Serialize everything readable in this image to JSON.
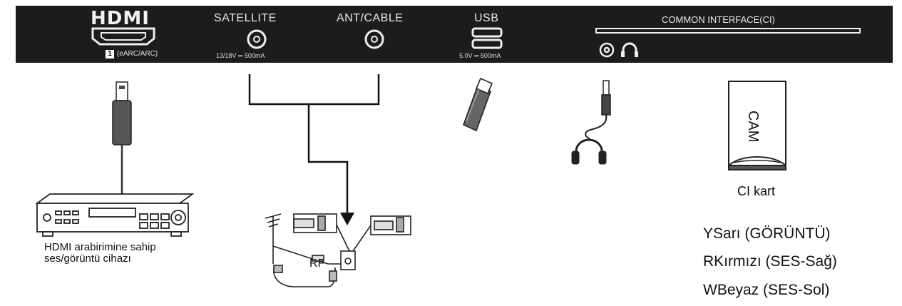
{
  "panel": {
    "hdmi": {
      "logo": "HDMI",
      "port_number": "1",
      "mode": "(eARC/ARC)"
    },
    "satellite": {
      "label": "SATELLITE",
      "spec": "13/18V ═ 500mA"
    },
    "ant_cable": {
      "label": "ANT/CABLE"
    },
    "usb": {
      "label": "USB",
      "spec": "5.0V ═ 500mA"
    },
    "ci": {
      "label": "COMMON INTERFACE(CI)"
    }
  },
  "devices": {
    "hdmi_device_caption_line1": "HDMI arabirimine sahip",
    "hdmi_device_caption_line2": "ses/görüntü cihazı",
    "rf_label": "RF",
    "cam_label": "CAM",
    "ci_card_caption": "CI kart"
  },
  "legend": {
    "yellow": "YSarı (GÖRÜNTÜ)",
    "red": "RKırmızı (SES-Sağ)",
    "white": "WBeyaz (SES-Sol)"
  },
  "icons": [
    "hdmi-port-icon",
    "coax-port-icon",
    "usb-port-icon",
    "headphone-icon",
    "usb-stick-icon",
    "headphones-icon",
    "cam-card-icon",
    "dvd-player-icon",
    "antenna-icon"
  ]
}
